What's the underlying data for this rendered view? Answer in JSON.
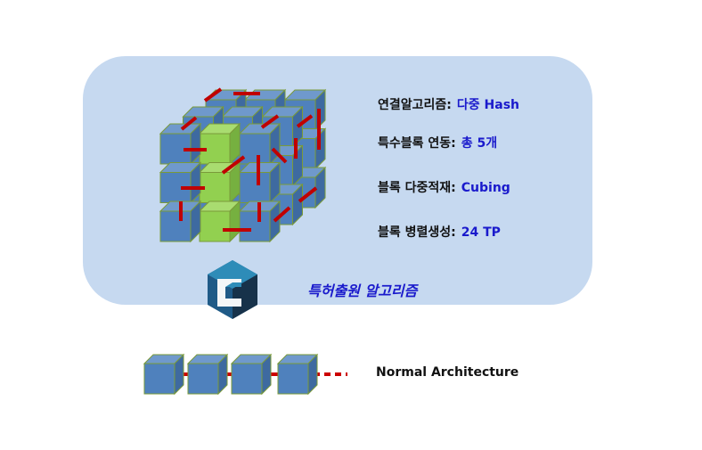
{
  "specs": [
    {
      "label": "연결알고리즘:",
      "value": "다중 Hash"
    },
    {
      "label": "특수블록 연동:",
      "value": "총 5개"
    },
    {
      "label": "블록 다중적재:",
      "value": "Cubing"
    },
    {
      "label": "블록 병렬생성:",
      "value": "24 TP"
    }
  ],
  "caption": "특허출원 알고리즘",
  "logo": {
    "icon": "c-cube-logo",
    "letter": "C"
  },
  "normal_label": "Normal Architecture",
  "colors": {
    "panel": "#c6d9f0",
    "cube_blue": "#4f81bd",
    "cube_green": "#92d050",
    "link_red": "#cc0000",
    "value_text": "#1a1acc"
  }
}
